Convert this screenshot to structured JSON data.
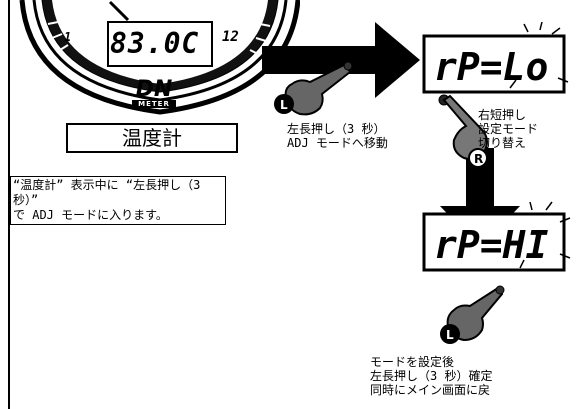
{
  "gauge": {
    "reading": "83.0C",
    "dial_numbers": [
      "1",
      "12"
    ],
    "logo_main": "DN",
    "logo_sub": "METER"
  },
  "title_label": "温度計",
  "instruction_note": {
    "line1": "“温度計” 表示中に “左長押し（3 秒）”",
    "line2": "で ADJ モードに入ります。"
  },
  "step1_caption": {
    "line1": "左長押し（3 秒）",
    "line2": "ADJ モードへ移動"
  },
  "step2_caption": {
    "line1": "右短押し",
    "line2": "設定モード",
    "line3": "切り替え"
  },
  "step3_caption": {
    "line1": "モードを設定後",
    "line2": "左長押し（3 秒）確定",
    "line3": "同時にメイン画面に戻"
  },
  "lcd_top": "rP=Lo",
  "lcd_bottom": "rP=HI",
  "button_left_mark": "L",
  "button_right_mark": "R"
}
